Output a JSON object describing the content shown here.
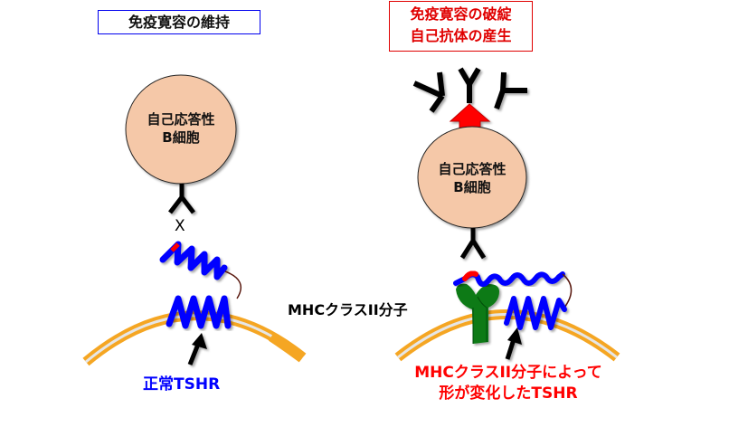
{
  "left_panel": {
    "title": "免疫寛容の維持",
    "cell_label_line1": "自己応答性",
    "cell_label_line2": "B細胞",
    "block_mark": "X",
    "receptor_label": "正常TSHR"
  },
  "right_panel": {
    "title_line1": "免疫寛容の破綻",
    "title_line2": "自己抗体の産生",
    "cell_label_line1": "自己応答性",
    "cell_label_line2": "B細胞",
    "mhc_label": "MHCクラスII分子",
    "receptor_label_line1": "MHCクラスII分子によって",
    "receptor_label_line2": "形が変化したTSHR"
  },
  "colors": {
    "left_title_border": "#0000ee",
    "right_title": "#e00000",
    "cell_fill": "#f5c8a8",
    "tshr": "#0000ff",
    "epitope": "#ff0000",
    "membrane": "#f5a623",
    "mhc": "#0a7a12",
    "arrow_up": "#ff0000",
    "normal_label": "#0000ff",
    "altered_label": "#ff0000"
  }
}
